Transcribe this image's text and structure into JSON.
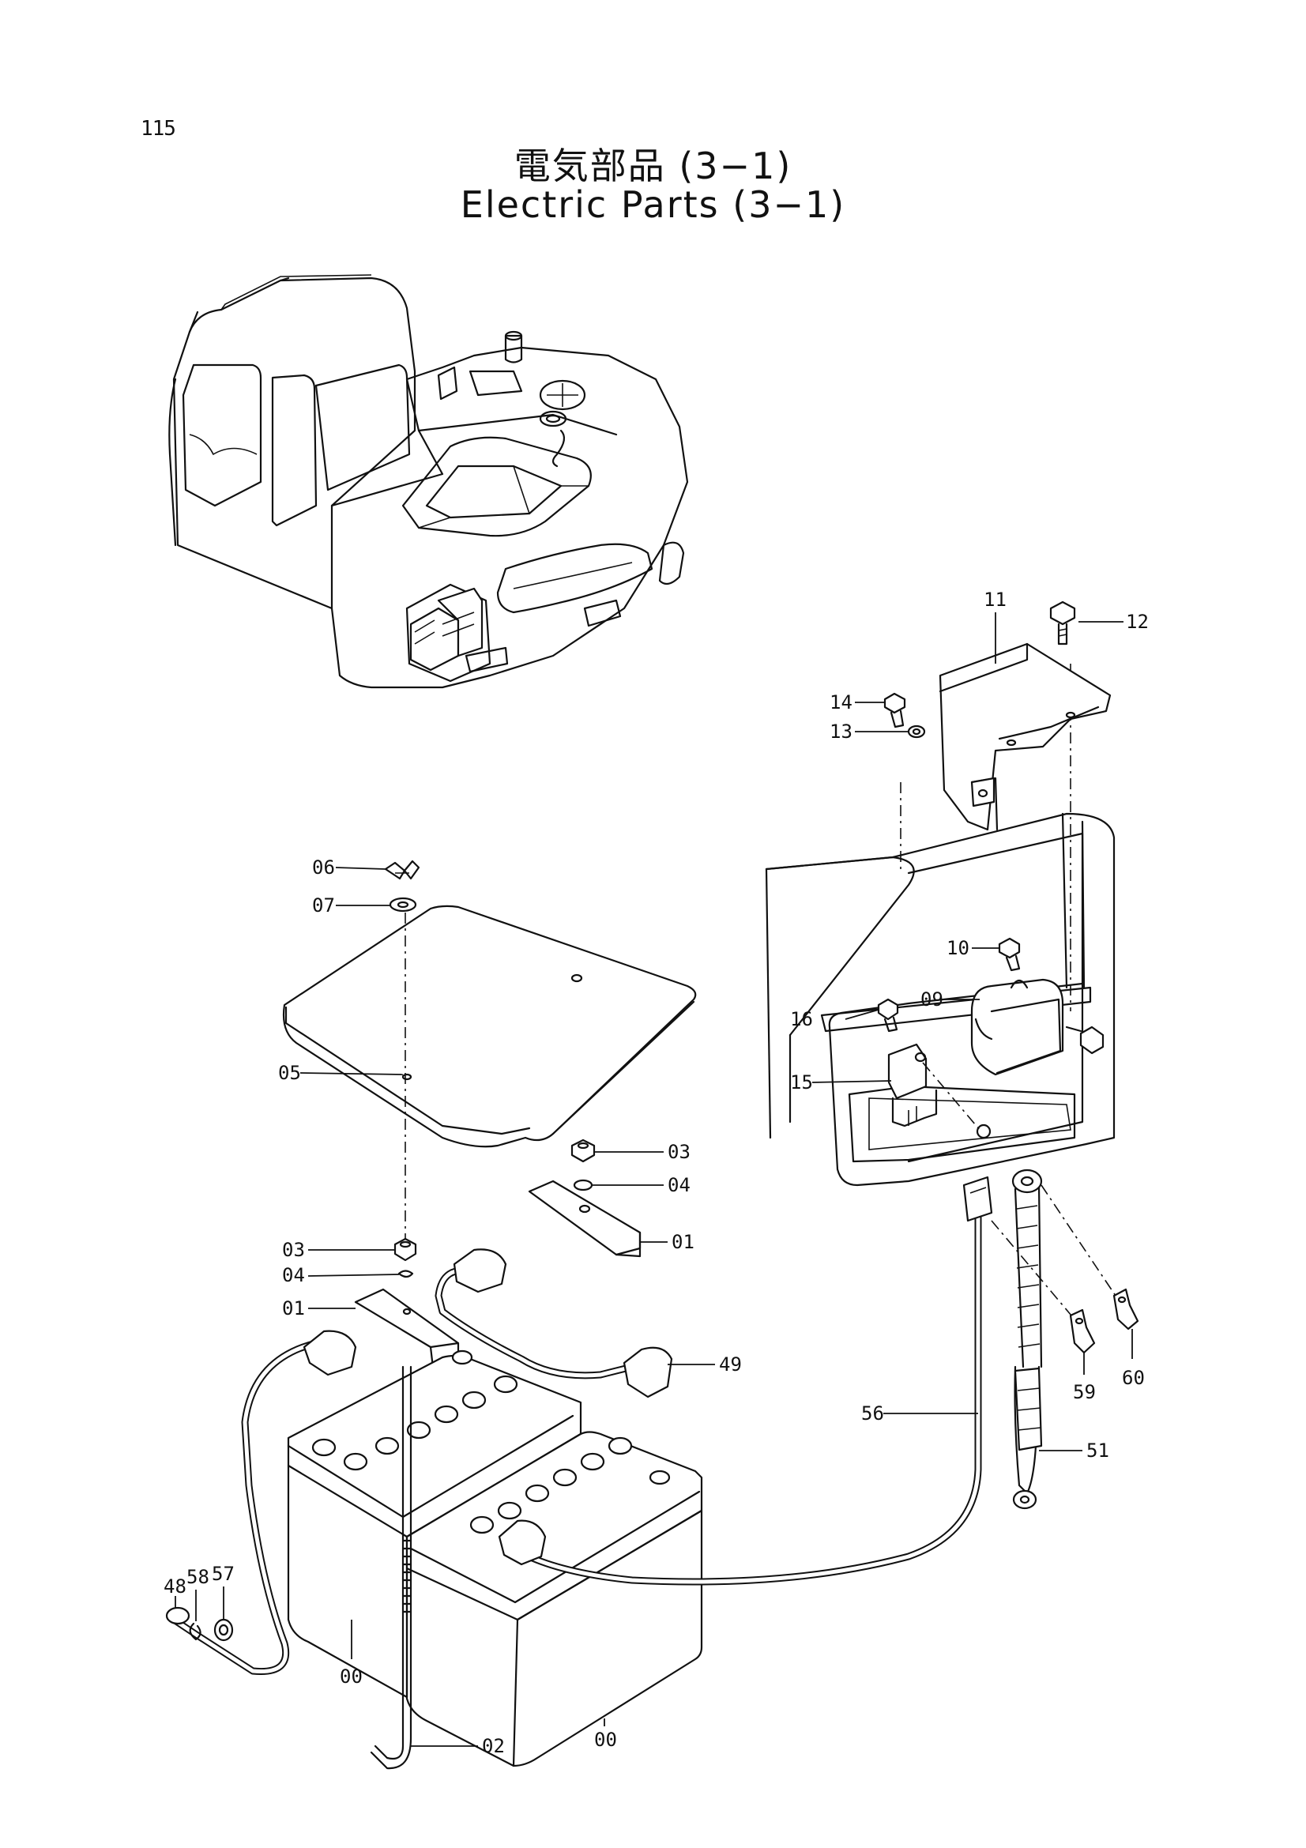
{
  "page": {
    "number": "115",
    "title_jp": "電気部品 (3−1)",
    "title_en": "Electric Parts (3−1)"
  },
  "callouts": [
    {
      "id": "c00a",
      "label": "00"
    },
    {
      "id": "c00b",
      "label": "00"
    },
    {
      "id": "c01a",
      "label": "01"
    },
    {
      "id": "c01b",
      "label": "01"
    },
    {
      "id": "c02",
      "label": "02"
    },
    {
      "id": "c03a",
      "label": "03"
    },
    {
      "id": "c03b",
      "label": "03"
    },
    {
      "id": "c04a",
      "label": "04"
    },
    {
      "id": "c04b",
      "label": "04"
    },
    {
      "id": "c05",
      "label": "05"
    },
    {
      "id": "c06",
      "label": "06"
    },
    {
      "id": "c07",
      "label": "07"
    },
    {
      "id": "c09",
      "label": "09"
    },
    {
      "id": "c10",
      "label": "10"
    },
    {
      "id": "c11",
      "label": "11"
    },
    {
      "id": "c12",
      "label": "12"
    },
    {
      "id": "c13",
      "label": "13"
    },
    {
      "id": "c14",
      "label": "14"
    },
    {
      "id": "c15",
      "label": "15"
    },
    {
      "id": "c16",
      "label": "16"
    },
    {
      "id": "c48",
      "label": "48"
    },
    {
      "id": "c49",
      "label": "49"
    },
    {
      "id": "c51",
      "label": "51"
    },
    {
      "id": "c56",
      "label": "56"
    },
    {
      "id": "c57",
      "label": "57"
    },
    {
      "id": "c58",
      "label": "58"
    },
    {
      "id": "c59",
      "label": "59"
    },
    {
      "id": "c60",
      "label": "60"
    }
  ]
}
